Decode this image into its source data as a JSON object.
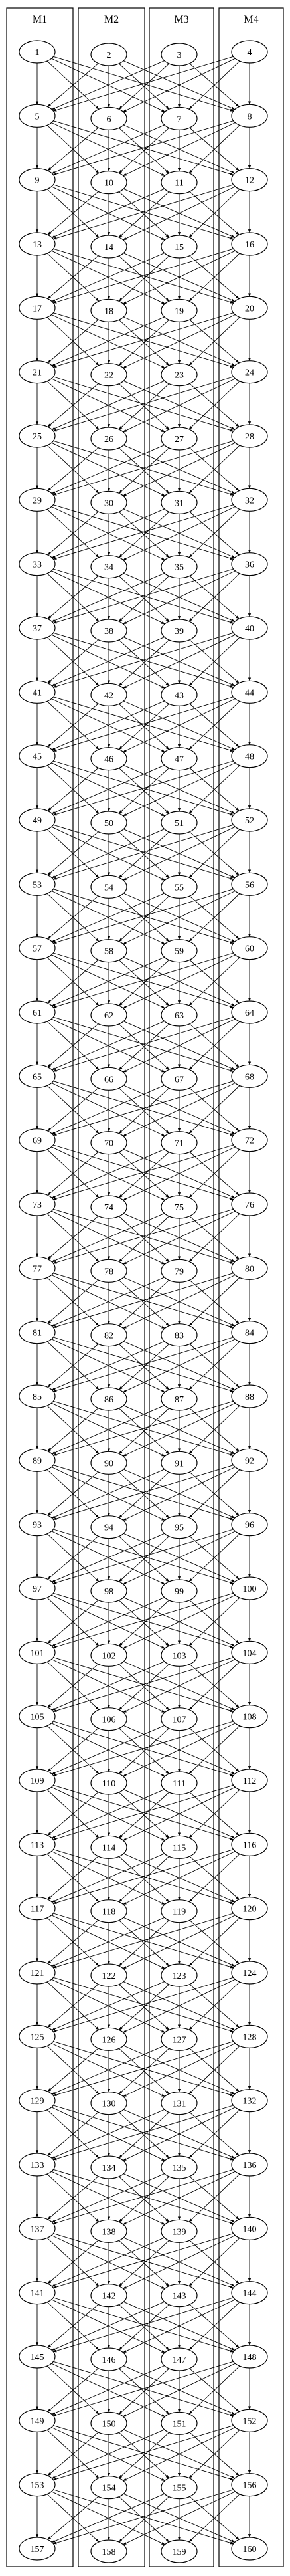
{
  "lanes": [
    {
      "label": "M1"
    },
    {
      "label": "M2"
    },
    {
      "label": "M3"
    },
    {
      "label": "M4"
    }
  ],
  "node_start": 1,
  "node_end": 160,
  "nodes_per_row": 4,
  "edge_rule": "each node in row r connects to all four nodes in row r+1 (directed, arrowheads at target)"
}
